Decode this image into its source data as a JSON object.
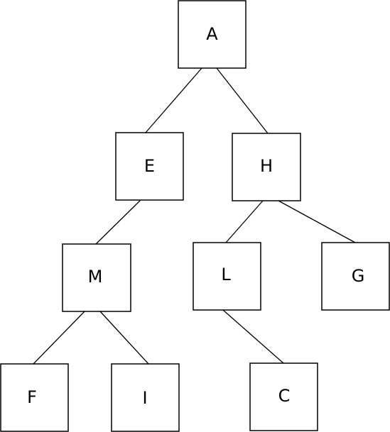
{
  "diagram": {
    "type": "tree",
    "nodes": [
      {
        "id": "A",
        "label": "A"
      },
      {
        "id": "E",
        "label": "E"
      },
      {
        "id": "H",
        "label": "H"
      },
      {
        "id": "M",
        "label": "M"
      },
      {
        "id": "L",
        "label": "L"
      },
      {
        "id": "G",
        "label": "G"
      },
      {
        "id": "F",
        "label": "F"
      },
      {
        "id": "I",
        "label": "I"
      },
      {
        "id": "C",
        "label": "C"
      }
    ],
    "edges": [
      {
        "from": "A",
        "to": "E"
      },
      {
        "from": "A",
        "to": "H"
      },
      {
        "from": "E",
        "to": "M"
      },
      {
        "from": "H",
        "to": "L"
      },
      {
        "from": "H",
        "to": "G"
      },
      {
        "from": "M",
        "to": "F"
      },
      {
        "from": "M",
        "to": "I"
      },
      {
        "from": "L",
        "to": "C"
      }
    ]
  },
  "colors": {
    "stroke": "#000000",
    "fill": "#ffffff",
    "text": "#000000"
  }
}
